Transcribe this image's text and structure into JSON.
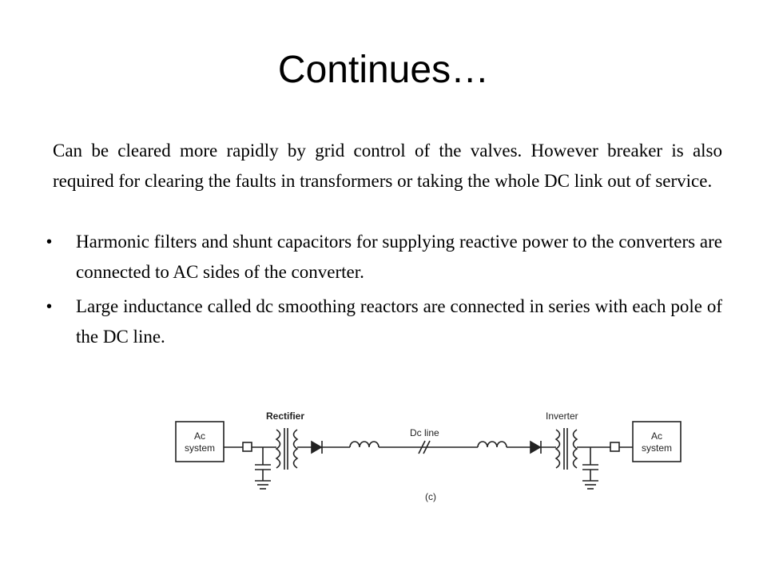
{
  "slide": {
    "title": "Continues…",
    "lead_paragraph": "Can be cleared more rapidly by grid control of the valves. However breaker is also required for clearing the faults in transformers or taking the whole DC link out of service.",
    "bullets": [
      {
        "marker": "•",
        "text": "Harmonic filters and shunt capacitors for supplying reactive power to the converters are connected to AC sides of the converter."
      },
      {
        "marker": "•",
        "text": "Large inductance called dc smoothing reactors are connected in series with each pole of the DC line."
      }
    ]
  },
  "diagram": {
    "rectifier_label": "Rectifier",
    "inverter_label": "Inverter",
    "dc_line_label": "Dc line",
    "left_system": [
      "Ac",
      "system"
    ],
    "right_system": [
      "Ac",
      "system"
    ],
    "caption": "(c)"
  }
}
